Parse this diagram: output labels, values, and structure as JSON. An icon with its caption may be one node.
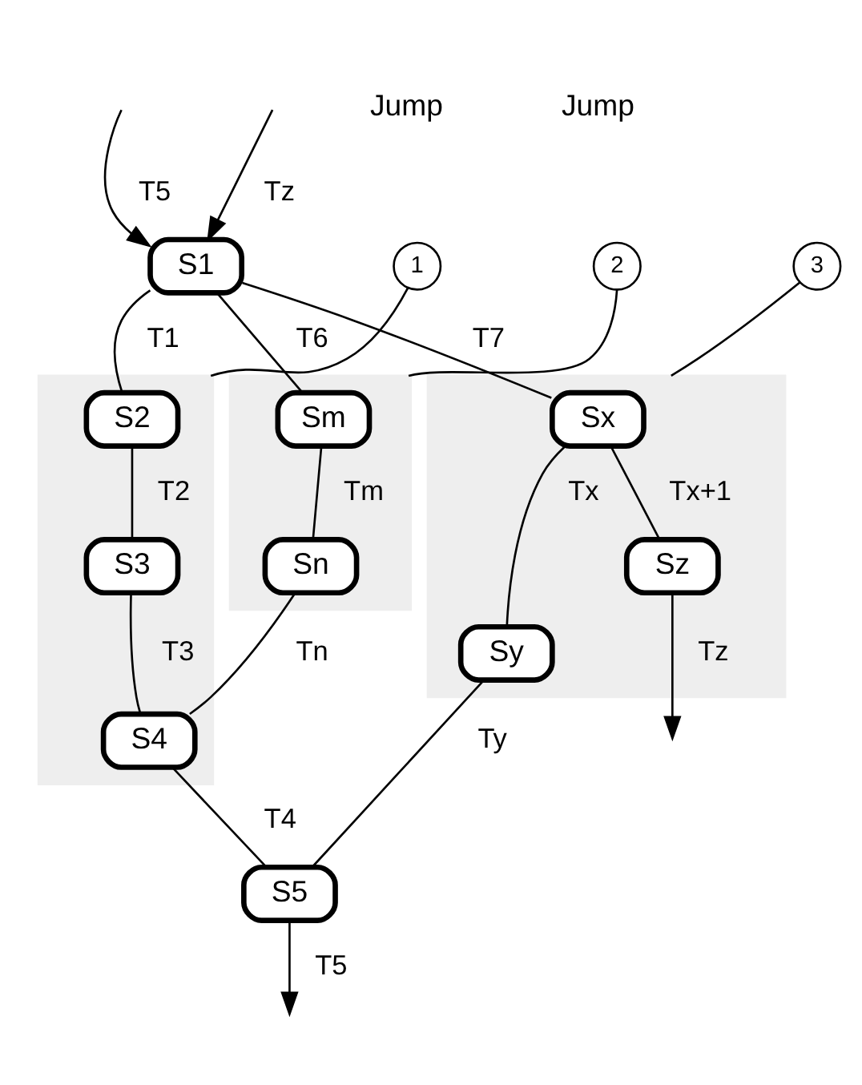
{
  "diagram": {
    "nodes": [
      {
        "text": [
          "S1"
        ]
      },
      {
        "text": [
          "1"
        ]
      },
      {
        "text": [
          "2"
        ]
      },
      {
        "text": [
          "3"
        ]
      },
      {
        "text": [],
        "shape": "band"
      },
      {
        "text": [
          "S2"
        ],
        "in": 4
      },
      {
        "text": [
          "S3"
        ],
        "in": 4
      },
      {
        "text": [
          "S4"
        ],
        "in": 4
      },
      {
        "text": [],
        "shape": "band"
      },
      {
        "text": [
          "Sm"
        ],
        "in": 8
      },
      {
        "text": [
          "Sn"
        ],
        "in": 8
      },
      {
        "text": [],
        "shape": "band"
      },
      {
        "text": [
          "Sx"
        ],
        "in": 11
      },
      {
        "text": [
          "Sy"
        ],
        "in": 11
      },
      {
        "text": [
          "Sz"
        ],
        "in": 11
      },
      {
        "text": [
          "S5"
        ]
      }
    ],
    "edges": [
      {
        "from": null,
        "to": 0,
        "arrow": "to",
        "label": "T5"
      },
      {
        "from": null,
        "to": 0,
        "arrow": "to",
        "label": "Tz"
      },
      {
        "from": 0,
        "to": 5,
        "arrow": "none",
        "label": "T1"
      },
      {
        "from": 0,
        "to": 9,
        "arrow": "none",
        "label": "T6"
      },
      {
        "from": 0,
        "to": 12,
        "arrow": "none",
        "label": "T7"
      },
      {
        "from": 5,
        "to": 6,
        "arrow": "none",
        "label": "T2"
      },
      {
        "from": 6,
        "to": 7,
        "arrow": "none",
        "label": "T3"
      },
      {
        "from": 9,
        "to": 10,
        "arrow": "none",
        "label": "Tm"
      },
      {
        "from": 10,
        "to": 7,
        "arrow": "none",
        "label": "Tn"
      },
      {
        "from": 7,
        "to": 15,
        "arrow": "none",
        "label": "T4"
      },
      {
        "from": 12,
        "to": 13,
        "arrow": "none",
        "label": "Tx"
      },
      {
        "from": 12,
        "to": 14,
        "arrow": "none",
        "label": "Tx+1"
      },
      {
        "from": 13,
        "to": 15,
        "arrow": "none",
        "label": "Ty"
      },
      {
        "from": 15,
        "to": null,
        "arrow": "to",
        "label": "T5"
      },
      {
        "from": 14,
        "to": null,
        "arrow": "to",
        "label": "Tz"
      },
      {
        "from": 1,
        "to": 4,
        "arrow": "none"
      },
      {
        "from": 2,
        "to": 8,
        "arrow": "none"
      },
      {
        "from": 3,
        "to": 11,
        "arrow": "none"
      }
    ],
    "labels": [
      "Jump",
      "Jump"
    ]
  }
}
